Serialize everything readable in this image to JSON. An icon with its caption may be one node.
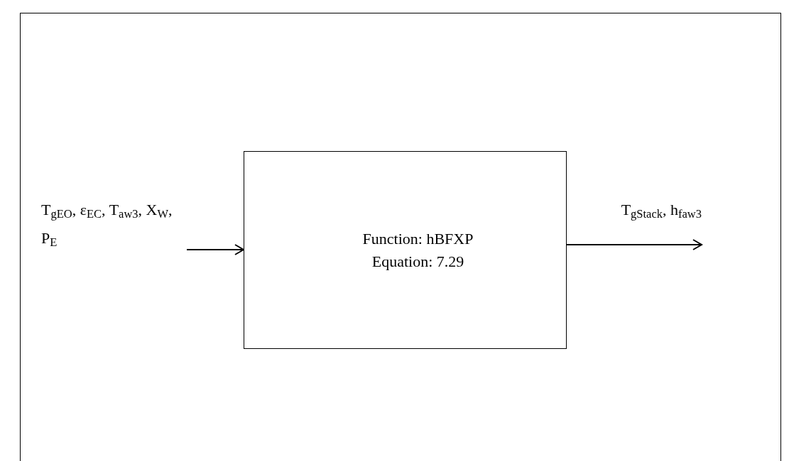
{
  "diagram": {
    "nodes": [
      {
        "text": [
          "T$_{gEO}$, ε$_{EC}$, T$_{aw3}$, X$_{W}$, P$_{E}$"
        ]
      },
      {
        "text": [
          "Function: hBFXP",
          "Equation: 7.29"
        ]
      }
    ],
    "edges": [
      {
        "from": 0,
        "to": 1,
        "arrow": "to"
      },
      {
        "from": 1,
        "to": null,
        "arrow": "to",
        "label": "T$_{gStack}$, h$_{faw3}$"
      }
    ]
  }
}
